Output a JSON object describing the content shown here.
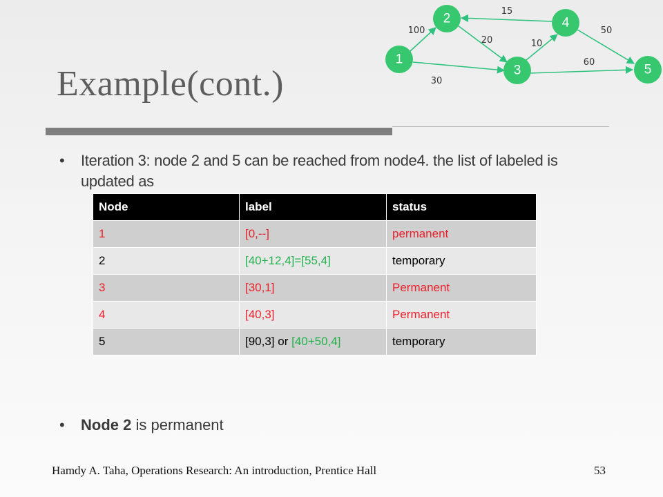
{
  "slide": {
    "title": "Example(cont.)",
    "bullet1": "Iteration 3: node 2 and 5 can be reached from node4. the list of labeled is updated as",
    "bullet2_bold": "Node 2",
    "bullet2_rest": " is permanent",
    "footer": "Hamdy A. Taha, Operations Research: An introduction, Prentice Hall",
    "page_number": "53"
  },
  "table": {
    "headers": [
      "Node",
      "label",
      "status"
    ],
    "rows": [
      {
        "node": "1",
        "label": "[0,--]",
        "status": "permanent"
      },
      {
        "node": "2",
        "label": "[40+12,4]=[55,4]",
        "status": "temporary"
      },
      {
        "node": "3",
        "label": "[30,1]",
        "status": "Permanent"
      },
      {
        "node": "4",
        "label": "[40,3]",
        "status": "Permanent"
      },
      {
        "node": "5",
        "label_part1": "[90,3] or ",
        "label_part2": "[40+50,4]",
        "status": "temporary"
      }
    ]
  },
  "graph": {
    "nodes": [
      "1",
      "2",
      "3",
      "4",
      "5"
    ],
    "edges": [
      {
        "from": "1",
        "to": "2",
        "weight": "100"
      },
      {
        "from": "1",
        "to": "3",
        "weight": "30"
      },
      {
        "from": "2",
        "to": "3",
        "weight": "20"
      },
      {
        "from": "4",
        "to": "2",
        "weight": "15"
      },
      {
        "from": "3",
        "to": "4",
        "weight": "10"
      },
      {
        "from": "4",
        "to": "5",
        "weight": "50"
      },
      {
        "from": "3",
        "to": "5",
        "weight": "60"
      }
    ]
  },
  "colors": {
    "red": "#e8212b",
    "green": "#22b14c",
    "node_fill": "#37c76f",
    "header_bg": "#000000"
  }
}
